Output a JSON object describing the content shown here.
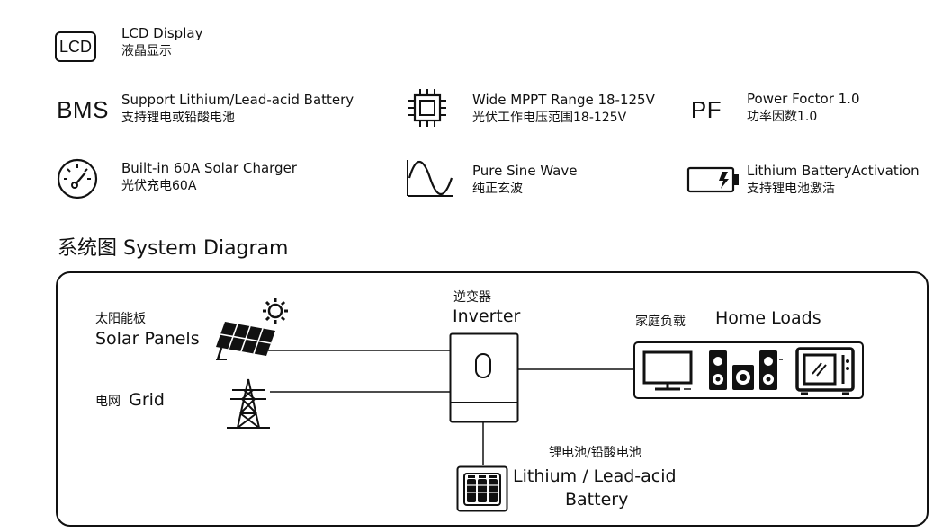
{
  "features": [
    {
      "id": "lcd",
      "icon": "lcd-icon",
      "icon_text": "LCD",
      "en": "LCD Display",
      "zh": "液晶显示"
    },
    {
      "id": "bms",
      "icon": "bms-icon",
      "icon_text": "BMS",
      "en": "Support Lithium/Lead-acid Battery",
      "zh": "支持锂电或铅酸电池"
    },
    {
      "id": "mppt",
      "icon": "chip-icon",
      "en": "Wide MPPT Range 18-125V",
      "zh": "光伏工作电压范围18-125V"
    },
    {
      "id": "pf",
      "icon": "pf-icon",
      "icon_text": "PF",
      "en": "Power Foctor 1.0",
      "zh": "功率因数1.0"
    },
    {
      "id": "charger",
      "icon": "gauge-icon",
      "en": "Built-in 60A Solar Charger",
      "zh": "光伏充电60A"
    },
    {
      "id": "sine",
      "icon": "sine-wave-icon",
      "en": "Pure Sine Wave",
      "zh": "纯正玄波"
    },
    {
      "id": "activation",
      "icon": "battery-icon",
      "en": "Lithium BatteryActivation",
      "zh": "支持锂电池激活"
    }
  ],
  "section_title": "系统图 System Diagram",
  "diagram": {
    "solar": {
      "zh": "太阳能板",
      "en": "Solar Panels"
    },
    "grid": {
      "zh": "电网",
      "en": "Grid"
    },
    "inverter": {
      "zh": "逆变器",
      "en": "Inverter"
    },
    "home": {
      "zh": "家庭负载",
      "en": "Home Loads"
    },
    "battery": {
      "zh": "锂电池/铅酸电池",
      "en_line1": "Lithium / Lead-acid",
      "en_line2": "Battery"
    }
  }
}
